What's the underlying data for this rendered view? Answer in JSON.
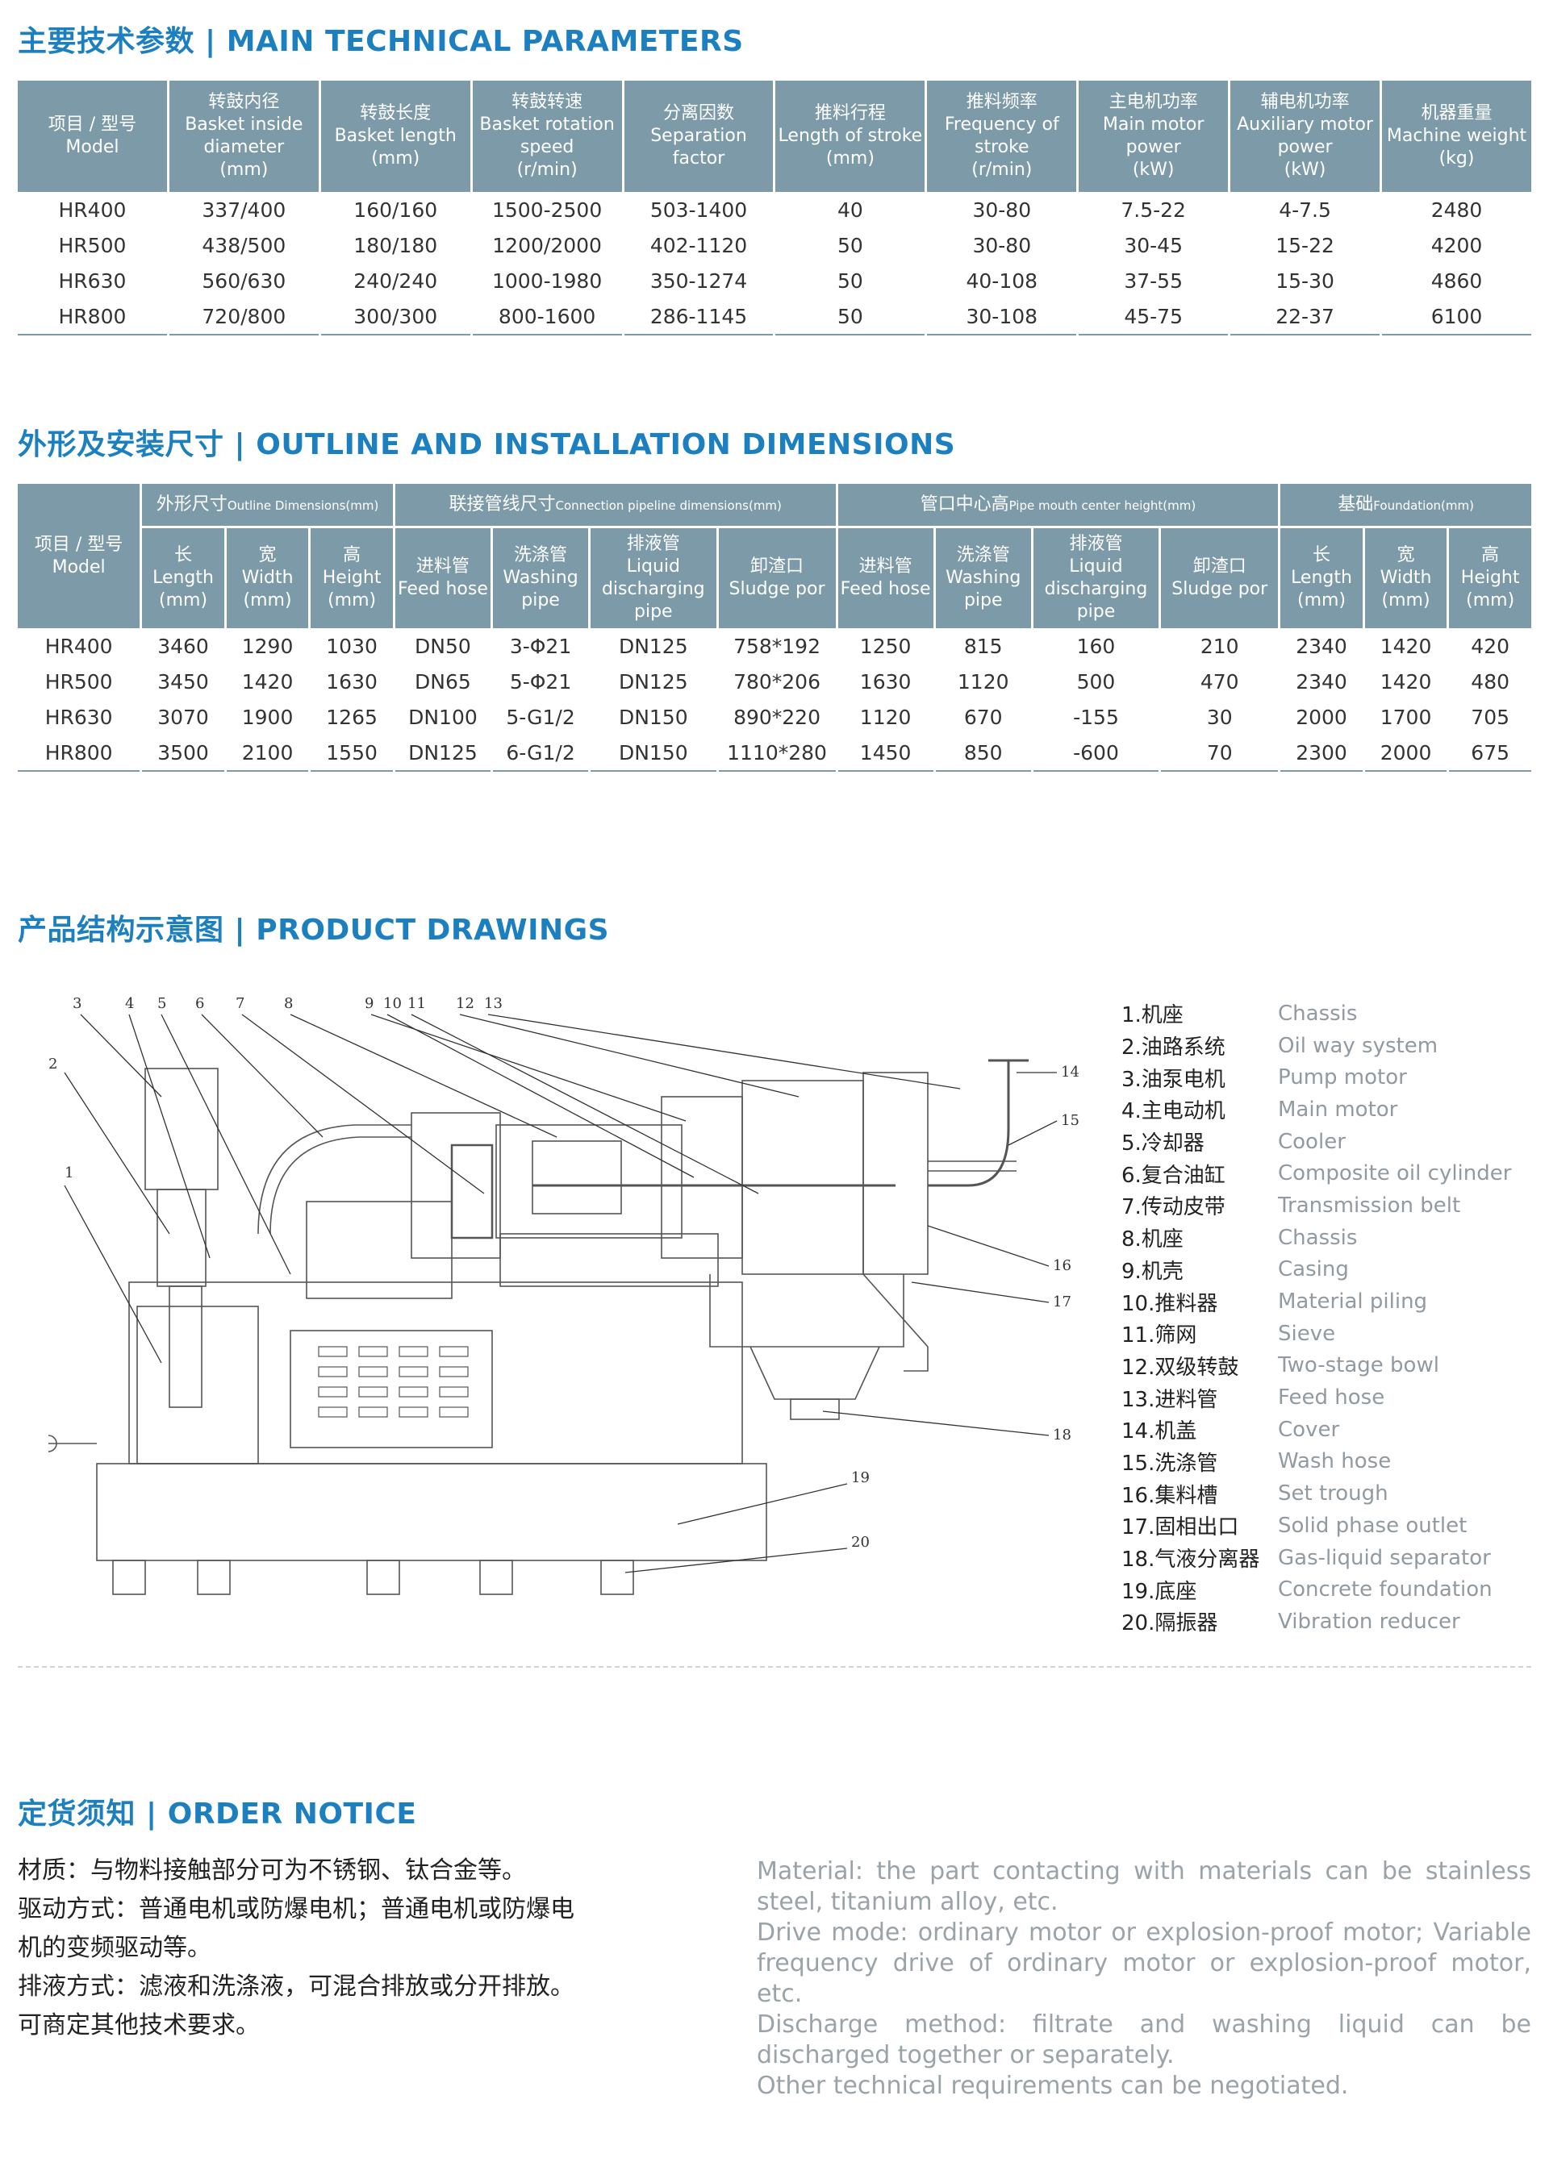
{
  "sections": {
    "params_title": "主要技术参数 | MAIN TECHNICAL PARAMETERS",
    "outline_title": "外形及安装尺寸 | OUTLINE AND INSTALLATION DIMENSIONS",
    "drawings_title": "产品结构示意图 | PRODUCT DRAWINGS",
    "notice_title": "定货须知 | ORDER NOTICE"
  },
  "params_table": {
    "headers": [
      {
        "zh": "项目 / 型号",
        "en": "Model",
        "unit": ""
      },
      {
        "zh": "转鼓内径",
        "en": "Basket inside diameter",
        "unit": "(mm)"
      },
      {
        "zh": "转鼓长度",
        "en": "Basket length",
        "unit": "(mm)"
      },
      {
        "zh": "转鼓转速",
        "en": "Basket rotation speed",
        "unit": "(r/min)"
      },
      {
        "zh": "分离因数",
        "en": "Separation factor",
        "unit": ""
      },
      {
        "zh": "推料行程",
        "en": "Length of stroke",
        "unit": "(mm)"
      },
      {
        "zh": "推料频率",
        "en": "Frequency of stroke",
        "unit": "(r/min)"
      },
      {
        "zh": "主电机功率",
        "en": "Main motor power",
        "unit": "(kW)"
      },
      {
        "zh": "辅电机功率",
        "en": "Auxiliary motor power",
        "unit": "(kW)"
      },
      {
        "zh": "机器重量",
        "en": "Machine weight",
        "unit": "(kg)"
      }
    ],
    "rows": [
      [
        "HR400",
        "337/400",
        "160/160",
        "1500-2500",
        "503-1400",
        "40",
        "30-80",
        "7.5-22",
        "4-7.5",
        "2480"
      ],
      [
        "HR500",
        "438/500",
        "180/180",
        "1200/2000",
        "402-1120",
        "50",
        "30-80",
        "30-45",
        "15-22",
        "4200"
      ],
      [
        "HR630",
        "560/630",
        "240/240",
        "1000-1980",
        "350-1274",
        "50",
        "40-108",
        "37-55",
        "15-30",
        "4860"
      ],
      [
        "HR800",
        "720/800",
        "300/300",
        "800-1600",
        "286-1145",
        "50",
        "30-108",
        "45-75",
        "22-37",
        "6100"
      ]
    ]
  },
  "outline_table": {
    "model_header": {
      "zh": "项目 / 型号",
      "en": "Model"
    },
    "groups": [
      {
        "zh": "外形尺寸",
        "en": "Outline Dimensions(mm)"
      },
      {
        "zh": "联接管线尺寸",
        "en": "Connection pipeline dimensions(mm)"
      },
      {
        "zh": "管口中心高",
        "en": "Pipe mouth center height(mm)"
      },
      {
        "zh": "基础",
        "en": "Foundation(mm)"
      }
    ],
    "subheaders": [
      {
        "zh": "长",
        "en": "Length",
        "unit": "(mm)"
      },
      {
        "zh": "宽",
        "en": "Width",
        "unit": "(mm)"
      },
      {
        "zh": "高",
        "en": "Height",
        "unit": "(mm)"
      },
      {
        "zh": "进料管",
        "en": "Feed hose",
        "unit": ""
      },
      {
        "zh": "洗涤管",
        "en": "Washing pipe",
        "unit": ""
      },
      {
        "zh": "排液管",
        "en": "Liquid discharging pipe",
        "unit": ""
      },
      {
        "zh": "卸渣口",
        "en": "Sludge por",
        "unit": ""
      },
      {
        "zh": "进料管",
        "en": "Feed hose",
        "unit": ""
      },
      {
        "zh": "洗涤管",
        "en": "Washing pipe",
        "unit": ""
      },
      {
        "zh": "排液管",
        "en": "Liquid discharging pipe",
        "unit": ""
      },
      {
        "zh": "卸渣口",
        "en": "Sludge por",
        "unit": ""
      },
      {
        "zh": "长",
        "en": "Length",
        "unit": "(mm)"
      },
      {
        "zh": "宽",
        "en": "Width",
        "unit": "(mm)"
      },
      {
        "zh": "高",
        "en": "Height",
        "unit": "(mm)"
      }
    ],
    "rows": [
      [
        "HR400",
        "3460",
        "1290",
        "1030",
        "DN50",
        "3-Φ21",
        "DN125",
        "758*192",
        "1250",
        "815",
        "160",
        "210",
        "2340",
        "1420",
        "420"
      ],
      [
        "HR500",
        "3450",
        "1420",
        "1630",
        "DN65",
        "5-Φ21",
        "DN125",
        "780*206",
        "1630",
        "1120",
        "500",
        "470",
        "2340",
        "1420",
        "480"
      ],
      [
        "HR630",
        "3070",
        "1900",
        "1265",
        "DN100",
        "5-G1/2",
        "DN150",
        "890*220",
        "1120",
        "670",
        "-155",
        "30",
        "2000",
        "1700",
        "705"
      ],
      [
        "HR800",
        "3500",
        "2100",
        "1550",
        "DN125",
        "6-G1/2",
        "DN150",
        "1110*280",
        "1450",
        "850",
        "-600",
        "70",
        "2300",
        "2000",
        "675"
      ]
    ]
  },
  "drawing": {
    "callouts": [
      "1",
      "2",
      "3",
      "4",
      "5",
      "6",
      "7",
      "8",
      "9",
      "10",
      "11",
      "12",
      "13",
      "14",
      "15",
      "16",
      "17",
      "18",
      "19",
      "20"
    ]
  },
  "legend": [
    {
      "zh": "1.机座",
      "en": "Chassis"
    },
    {
      "zh": "2.油路系统",
      "en": "Oil way system"
    },
    {
      "zh": "3.油泵电机",
      "en": "Pump motor"
    },
    {
      "zh": "4.主电动机",
      "en": "Main motor"
    },
    {
      "zh": "5.冷却器",
      "en": "Cooler"
    },
    {
      "zh": "6.复合油缸",
      "en": "Composite oil cylinder"
    },
    {
      "zh": "7.传动皮带",
      "en": "Transmission belt"
    },
    {
      "zh": "8.机座",
      "en": "Chassis"
    },
    {
      "zh": "9.机壳",
      "en": "Casing"
    },
    {
      "zh": "10.推料器",
      "en": "Material piling"
    },
    {
      "zh": "11.筛网",
      "en": "Sieve"
    },
    {
      "zh": "12.双级转鼓",
      "en": "Two-stage bowl"
    },
    {
      "zh": "13.进料管",
      "en": "Feed hose"
    },
    {
      "zh": "14.机盖",
      "en": "Cover"
    },
    {
      "zh": "15.洗涤管",
      "en": "Wash hose"
    },
    {
      "zh": "16.集料槽",
      "en": "Set trough"
    },
    {
      "zh": "17.固相出口",
      "en": "Solid phase outlet"
    },
    {
      "zh": "18.气液分离器",
      "en": "Gas-liquid separator"
    },
    {
      "zh": "19.底座",
      "en": "Concrete foundation"
    },
    {
      "zh": "20.隔振器",
      "en": "Vibration reducer"
    }
  ],
  "notice": {
    "zh_lines": [
      "材质：与物料接触部分可为不锈钢、钛合金等。",
      "驱动方式：普通电机或防爆电机；普通电机或防爆电",
      "机的变频驱动等。",
      "排液方式：滤液和洗涤液，可混合排放或分开排放。",
      "可商定其他技术要求。"
    ],
    "en_paragraphs": [
      "Material: the part contacting with materials can be stainless steel, titanium alloy, etc.",
      "Drive mode: ordinary motor or explosion-proof motor; Variable frequency drive of ordinary motor or explosion-proof motor, etc.",
      "Discharge method: filtrate and washing liquid can be discharged together or separately.",
      "Other technical requirements can be negotiated."
    ]
  },
  "colors": {
    "accent": "#1c7fc0",
    "header_bg": "#7d9aa9",
    "legend_en": "#909aa0"
  }
}
